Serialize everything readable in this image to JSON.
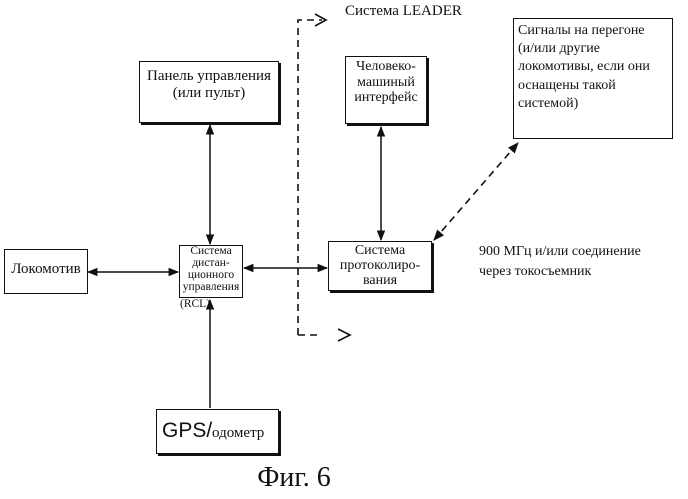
{
  "labels": {
    "leader_system": "Система LEADER",
    "control_panel": "Панель управления\n(или пульт)",
    "hmi": "Человеко-\nмашиный\nинтерфейс",
    "track_signals": "Сигналы на перегоне\n(и/или другие\nлокомотивы, если они\nоснащены такой\nсистемой)",
    "locomotive": "Локомотив",
    "rcl_system": "Система\nдистан-\nционного\nуправления",
    "rcl_abbr": "(RCL)",
    "logging_system": "Система\nпротоколиро-\nвания",
    "link_note": "900 МГц и/или соединение\nчерез токосъемник",
    "gps_main": "GPS/",
    "gps_sub": "одометр",
    "figure_caption": "Фиг. 6"
  }
}
